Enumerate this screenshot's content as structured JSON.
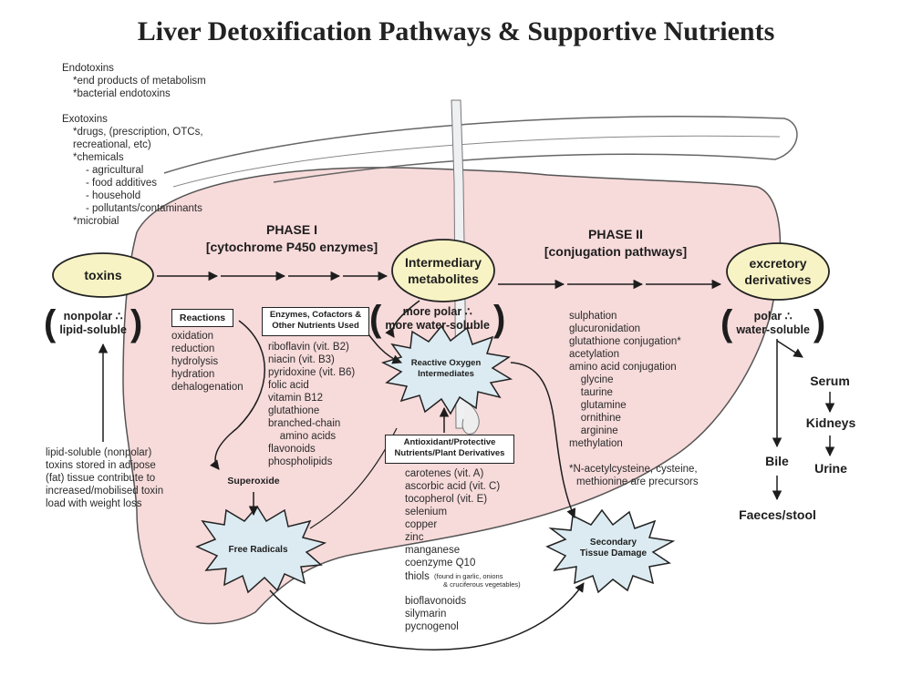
{
  "title": "Liver Detoxification Pathways & Supportive Nutrients",
  "endotoxins": {
    "heading": "Endotoxins",
    "items": [
      "*end products of metabolism",
      "*bacterial endotoxins"
    ]
  },
  "exotoxins": {
    "heading": "Exotoxins",
    "lines": [
      "*drugs, (prescription, OTCs,",
      "recreational, etc)",
      "*chemicals",
      "- agricultural",
      "- food additives",
      "- household",
      "- pollutants/contaminants",
      "*microbial"
    ]
  },
  "phase1": {
    "line1": "PHASE I",
    "line2": "[cytochrome P450 enzymes]"
  },
  "phase2": {
    "line1": "PHASE II",
    "line2": "[conjugation pathways]"
  },
  "nodes": {
    "toxins": "toxins",
    "intermediary": [
      "Intermediary",
      "metabolites"
    ],
    "excretory": [
      "excretory",
      "derivatives"
    ],
    "reactive_oxygen": [
      "Reactive Oxygen",
      "Intermediates"
    ],
    "free_radicals": "Free Radicals",
    "secondary": [
      "Secondary",
      "Tissue Damage"
    ],
    "superoxide": "Superoxide",
    "serum": "Serum",
    "kidneys": "Kidneys",
    "urine": "Urine",
    "bile": "Bile",
    "faeces": "Faeces/stool"
  },
  "qualifiers": {
    "nonpolar": [
      "nonpolar ∴",
      "lipid-soluble"
    ],
    "more_polar": [
      "more polar ∴",
      "more water-soluble"
    ],
    "polar": [
      "polar ∴",
      "water-soluble"
    ]
  },
  "reactions": {
    "header": "Reactions",
    "items": [
      "oxidation",
      "reduction",
      "hydrolysis",
      "hydration",
      "dehalogenation"
    ]
  },
  "enzymes": {
    "header": [
      "Enzymes, Cofactors &",
      "Other Nutrients Used"
    ],
    "items": [
      "riboflavin (vit. B2)",
      "niacin (vit. B3)",
      "pyridoxine (vit. B6)",
      "folic acid",
      "vitamin B12",
      "glutathione",
      "branched-chain",
      "    amino acids",
      "flavonoids",
      "phospholipids"
    ]
  },
  "antioxidants": {
    "header": [
      "Antioxidant/Protective",
      "Nutrients/Plant Derivatives"
    ],
    "items": [
      "carotenes (vit. A)",
      "ascorbic acid (vit. C)",
      "tocopherol (vit. E)",
      "selenium",
      "copper",
      "zinc",
      "manganese",
      "coenzyme Q10"
    ],
    "thiols": "thiols",
    "thiols_note": [
      "(found in garlic, onions",
      "& cruciferous vegetables)"
    ],
    "items_after": [
      "bioflavonoids",
      "silymarin",
      "pycnogenol"
    ]
  },
  "conjugation": {
    "items": [
      "sulphation",
      "glucuronidation",
      "glutathione conjugation*",
      "acetylation",
      "amino acid conjugation",
      "    glycine",
      "    taurine",
      "    glutamine",
      "    ornithine",
      "    arginine",
      "methylation"
    ],
    "note": [
      "*N-acetylcysteine, cysteine,",
      "methionine are precursors"
    ]
  },
  "lipid_note": [
    "lipid-soluble (nonpolar)",
    "toxins stored in adipose",
    "(fat) tissue contribute to",
    "increased/mobilised toxin",
    "load with weight loss"
  ],
  "colors": {
    "liver": "#f7dada",
    "ellipse": "#f7f3c4",
    "star": "#dcebf2",
    "ink": "#1d1d1d"
  }
}
